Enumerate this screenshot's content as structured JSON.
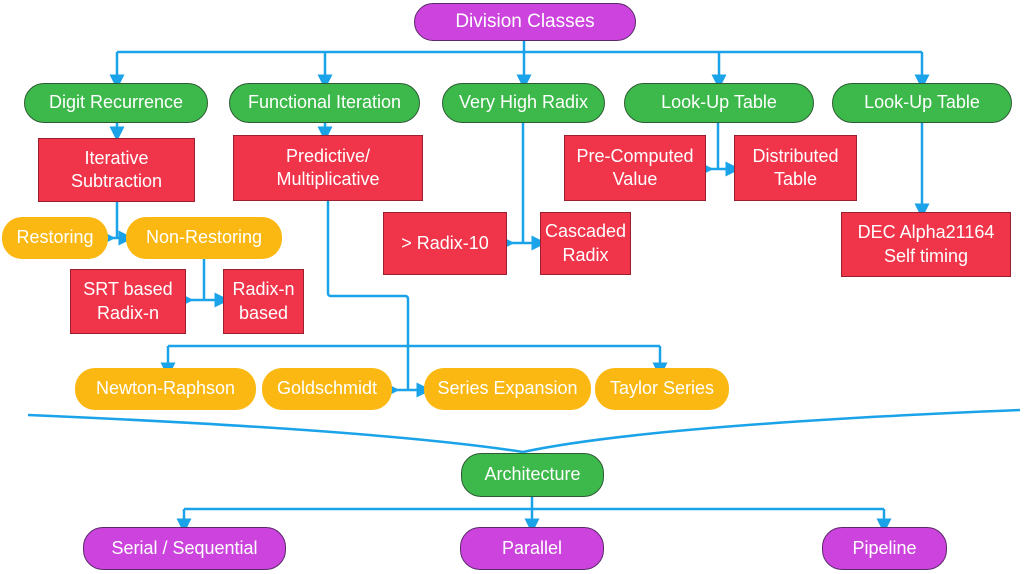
{
  "diagram": {
    "root": "Division Classes",
    "categories": [
      {
        "label": "Digit Recurrence"
      },
      {
        "label": "Functional Iteration"
      },
      {
        "label": "Very High Radix"
      },
      {
        "label": "Look-Up Table"
      },
      {
        "label": "Look-Up Table"
      }
    ],
    "digit_recurrence": {
      "method": "Iterative\nSubtraction",
      "variants": [
        "Restoring",
        "Non-Restoring"
      ],
      "non_restoring_children": [
        "SRT based\nRadix-n",
        "Radix-n\nbased"
      ]
    },
    "functional_iteration": {
      "method": "Predictive/\nMultiplicative",
      "algorithms": [
        "Newton-Raphson",
        "Goldschmidt",
        "Series Expansion",
        "Taylor Series"
      ]
    },
    "very_high_radix": {
      "children": [
        "> Radix-10",
        "Cascaded\nRadix"
      ]
    },
    "lookup_table_1": {
      "children": [
        "Pre-Computed\nValue",
        "Distributed\nTable"
      ]
    },
    "lookup_table_2": {
      "children": [
        "DEC Alpha21164\nSelf timing"
      ]
    },
    "architecture": {
      "label": "Architecture",
      "types": [
        "Serial / Sequential",
        "Parallel",
        "Pipeline"
      ]
    },
    "colors": {
      "root": "#cc44dd",
      "category": "#3cb94a",
      "method": "#f0344a",
      "variant": "#fbb812",
      "connector": "#1aa3e8"
    }
  }
}
